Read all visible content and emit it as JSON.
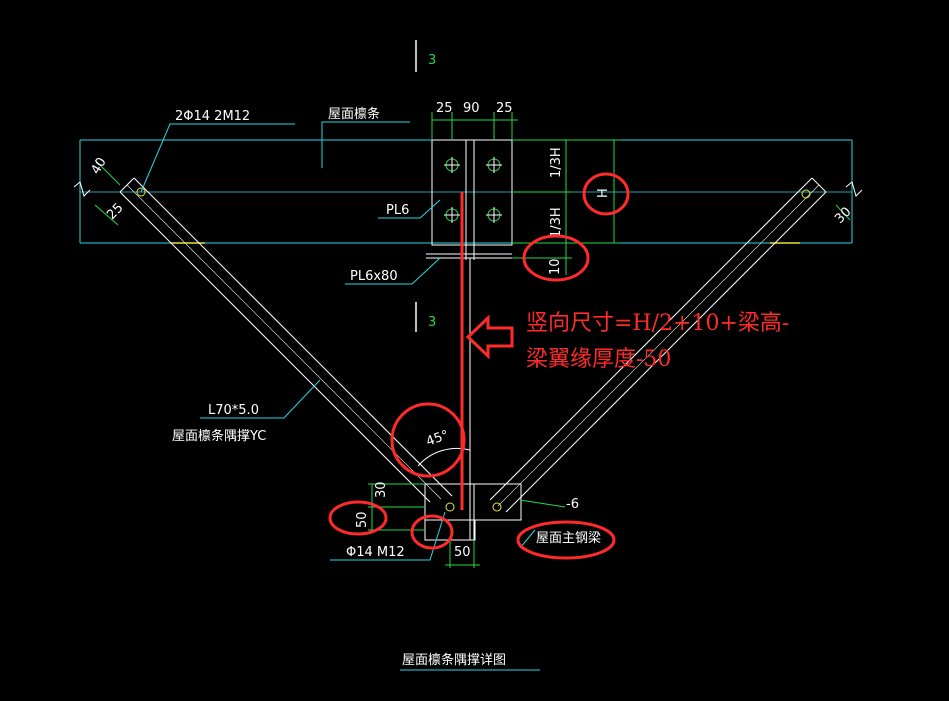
{
  "drawing": {
    "title": "屋面檩条隅撑详图",
    "section_mark": "3",
    "labels": {
      "top_bolts": "2Φ14  2M12",
      "purlin": "屋面檩条",
      "plate": "PL6",
      "plate2": "PL6x80",
      "angle": "L70*5.0",
      "brace": "屋面檩条隅撑YC",
      "bottom_bolts": "Φ14    M12",
      "main_beam": "屋面主钢梁",
      "minus6": "-6"
    },
    "dims": {
      "d25a": "25",
      "d90": "90",
      "d25b": "25",
      "h13a": "1/3H",
      "h13b": "1/3H",
      "H": "H",
      "d10": "10",
      "left40": "40",
      "left25": "25",
      "right30": "30",
      "d50": "50",
      "d30": "30",
      "d50b": "50",
      "angle45": "45°"
    },
    "annotation": {
      "line1": "竖向尺寸=H/2+10+梁高-",
      "line2": "梁翼缘厚度-50"
    }
  },
  "colors": {
    "cyan": "#27d8e6",
    "white": "#ffffff",
    "green": "#22d84a",
    "red": "#ff2a2a",
    "yellow": "#e8e43a"
  }
}
